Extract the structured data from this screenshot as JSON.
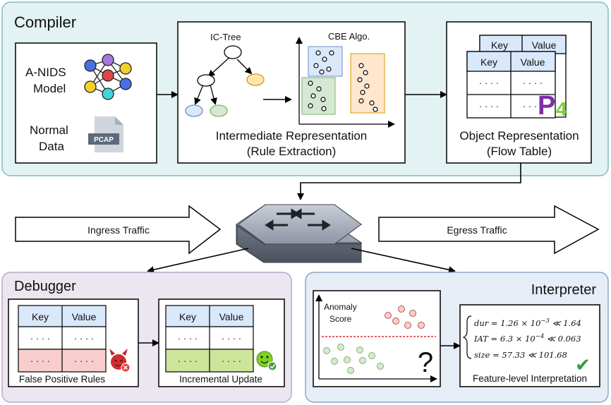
{
  "compiler": {
    "title": "Compiler",
    "model_label_1": "A-NIDS",
    "model_label_2": "Model",
    "data_label_1": "Normal",
    "data_label_2": "Data",
    "pcap_label": "PCAP",
    "ic_tree_label": "IC-Tree",
    "cbe_label": "CBE Algo.",
    "ir_title_1": "Intermediate Representation",
    "ir_title_2": "(Rule Extraction)",
    "or_title_1": "Object Representation",
    "or_title_2": "(Flow Table)",
    "table_key": "Key",
    "table_value": "Value",
    "dots": "· · · ·",
    "p4_label": "P4"
  },
  "traffic": {
    "ingress": "Ingress Traffic",
    "egress": "Egress Traffic"
  },
  "debugger": {
    "title": "Debugger",
    "key": "Key",
    "value": "Value",
    "dots": "· · · ·",
    "fp_caption": "False Positive Rules",
    "inc_caption": "Incremental Update"
  },
  "interpreter": {
    "title": "Interpreter",
    "anomaly_1": "Anomaly",
    "anomaly_2": "Score",
    "question": "?",
    "eq_dur_lhs": "dur = 1.26 × 10",
    "eq_dur_exp": "−3",
    "eq_dur_rhs": " ≪ 1.64",
    "eq_iat_lhs": "IAT = 6.3 × 10",
    "eq_iat_exp": "−4",
    "eq_iat_rhs": " ≪ 0.063",
    "eq_size": "size = 57.33 ≪ 101.68",
    "caption": "Feature-level Interpretation",
    "check": "✔"
  },
  "colors": {
    "compiler_bg": "#e3f2f3",
    "compiler_border": "#7fbcc4",
    "debugger_bg": "#ece6f1",
    "debugger_border": "#b9a7c8",
    "interpreter_bg": "#e6edf6",
    "interpreter_border": "#8fa6c6",
    "header_blue": "#dae8fc",
    "fp_red": "#f8cecc",
    "inc_green": "#cce59a"
  }
}
